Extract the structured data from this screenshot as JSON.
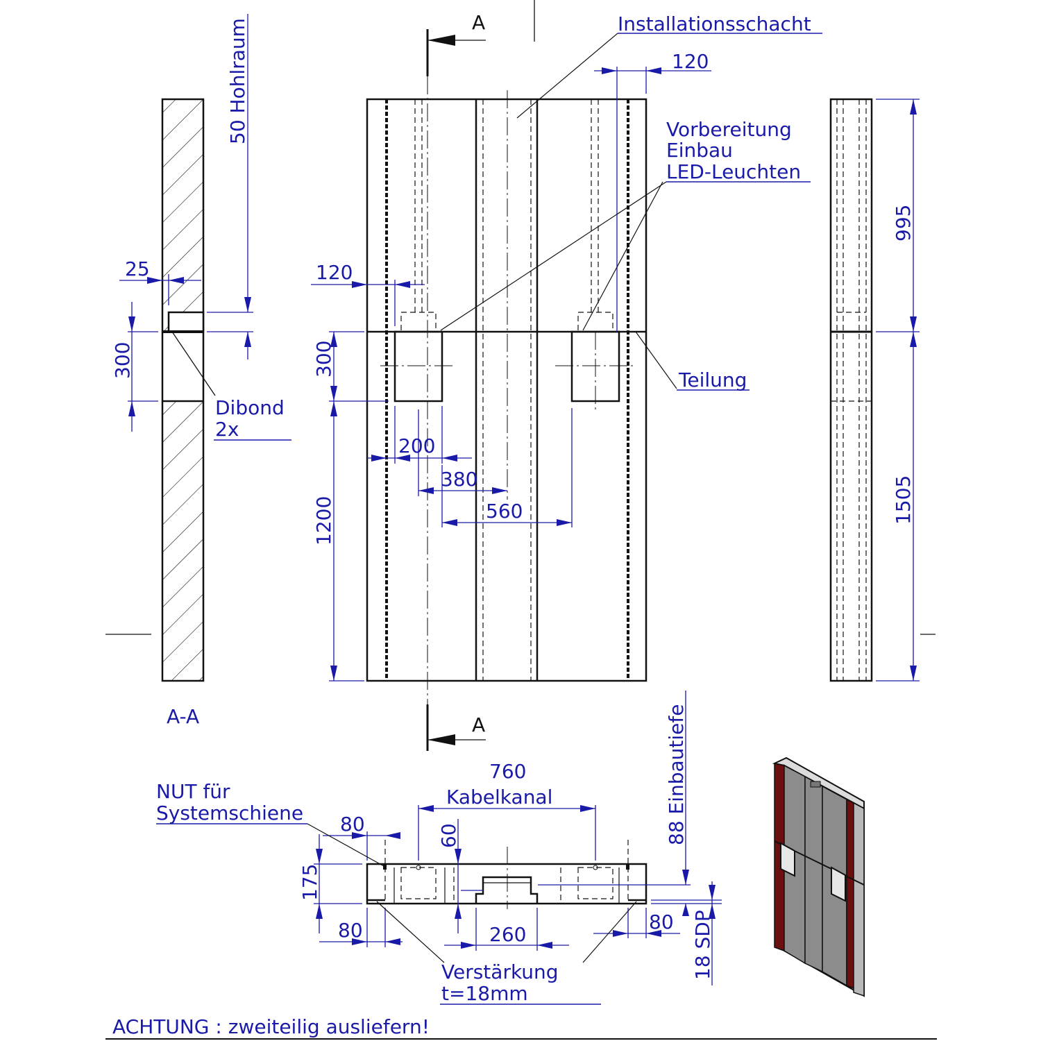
{
  "section_marker": {
    "letter_top": "A",
    "letter_bottom": "A"
  },
  "section_view": {
    "title": "A-A",
    "labels": {
      "dibond": "Dibond",
      "dibond_count": "2x"
    },
    "dims": {
      "cavity": "50 Hohlraum",
      "wall": "25",
      "opening": "300"
    }
  },
  "front_view": {
    "labels": {
      "shaft": "Installationsschacht",
      "prep_line1": "Vorbereitung",
      "prep_line2": "Einbau",
      "prep_line3": "LED-Leuchten",
      "split": "Teilung"
    },
    "dims": {
      "right_edge": "120",
      "left_edge": "120",
      "opening_height": "300",
      "bottom_height": "1200",
      "d200": "200",
      "d380": "380",
      "d560": "560"
    }
  },
  "side_view": {
    "dims": {
      "upper": "995",
      "lower": "1505"
    }
  },
  "plan_view": {
    "labels": {
      "groove_line1": "NUT für",
      "groove_line2": "Systemschiene",
      "cable_channel": "Kabelkanal",
      "depth": "88 Einbautiefe",
      "reinforce_line1": "Verstärkung",
      "reinforce_line2": "t=18mm",
      "sdp": "18 SDP"
    },
    "dims": {
      "width": "760",
      "top_80": "80",
      "bottom_80_left": "80",
      "bottom_80_right": "80",
      "depth_175": "175",
      "d60": "60",
      "d260": "260"
    }
  },
  "note": "ACHTUNG : zweiteilig ausliefern!",
  "colors": {
    "dimension": "#1a1aa8",
    "edge_band": "#6b0f0f",
    "panel": "#8c8c8c"
  }
}
